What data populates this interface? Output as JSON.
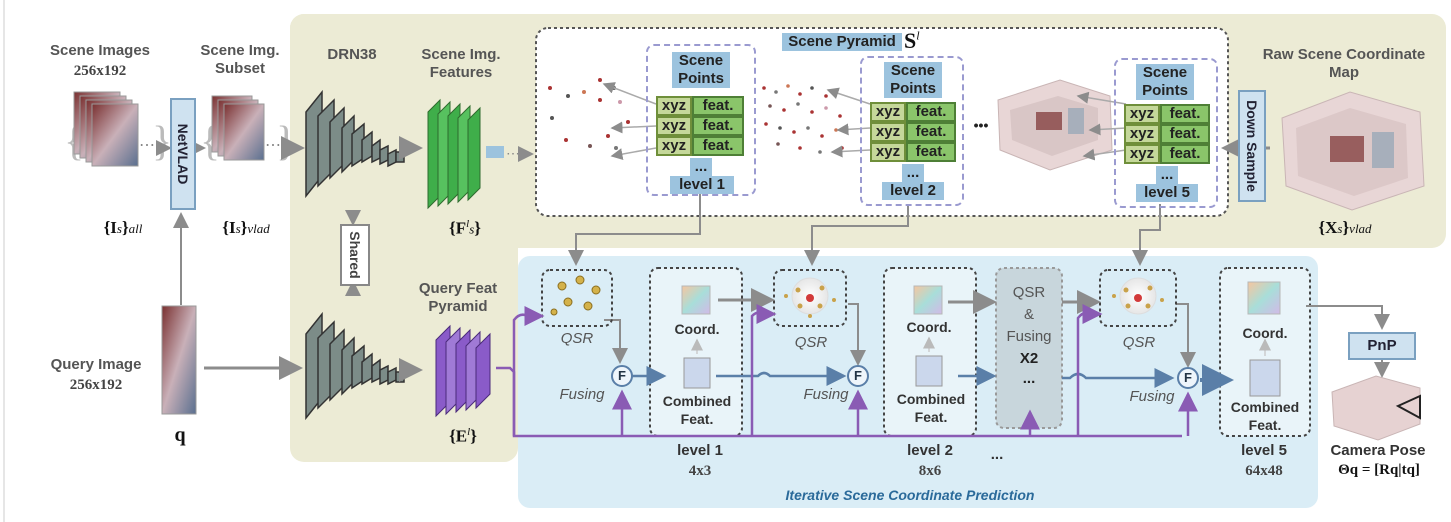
{
  "left": {
    "scene_images_title": "Scene Images",
    "scene_images_size": "256x192",
    "scene_images_math": "{I",
    "scene_images_sub": "s",
    "scene_images_suffix": "all",
    "netvlad": "NetVLAD",
    "subset_title": "Scene Img. Subset",
    "subset_math": "{I",
    "subset_sub": "s",
    "subset_suffix": "vlad",
    "query_title": "Query Image",
    "query_size": "256x192",
    "query_symbol": "q"
  },
  "backbone": {
    "drn_label": "DRN38",
    "shared_label": "Shared",
    "scene_feat_title": "Scene Img. Features",
    "scene_feat_math": "{F",
    "scene_feat_sup": "l",
    "scene_feat_sub": "s",
    "query_feat_title": "Query Feat Pyramid",
    "query_feat_math": "{E",
    "query_feat_sup": "l"
  },
  "pyramid": {
    "title": "Scene Pyramid",
    "symbol": "S",
    "symbol_sup": "l",
    "points_label": "Scene Points",
    "xyz": "xyz",
    "feat": "feat.",
    "ellipsis": "...",
    "levels": [
      "level 1",
      "level 2",
      "level 5"
    ],
    "between": "•••",
    "down_sample": "Down Sample",
    "raw_title": "Raw Scene Coordinate Map",
    "raw_math": "{X",
    "raw_sub": "s",
    "raw_suffix": "vlad"
  },
  "iterative": {
    "qsr": "QSR",
    "fusing": "Fusing",
    "f": "F",
    "coord": "Coord.",
    "combined": "Combined Feat.",
    "qsr_fusing": [
      "QSR",
      "&",
      "Fusing"
    ],
    "x2": "X2",
    "dots": "...",
    "level1_name": "level 1",
    "level1_size": "4x3",
    "level2_name": "level 2",
    "level2_size": "8x6",
    "level_dots": "...",
    "level5_name": "level 5",
    "level5_size": "64x48",
    "caption": "Iterative Scene Coordinate Prediction"
  },
  "output": {
    "pnp": "PnP",
    "pose_label": "Camera Pose",
    "pose_math": "Θq = [Rq|tq]"
  },
  "colors": {
    "top_panel": "#ecebd5",
    "bottom_panel": "#daedf6",
    "feature_green": "#3fae4a",
    "query_purple": "#8a5bc9",
    "connector_purple": "#8a5bb4",
    "arrow_gray": "#8c8c8c"
  }
}
